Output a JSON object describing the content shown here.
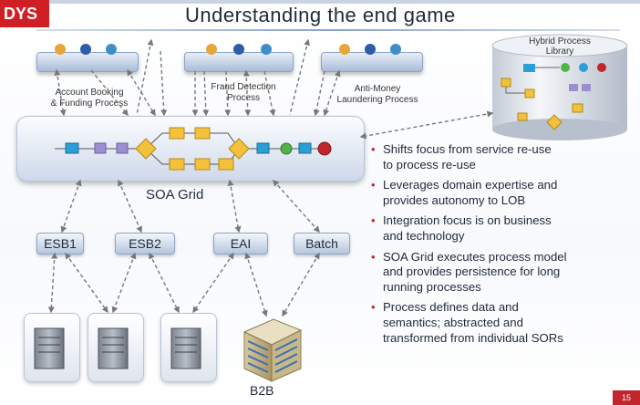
{
  "header": {
    "logo_text": "DYS",
    "title": "Understanding the end game"
  },
  "processes": [
    {
      "label_line1": "Account Booking",
      "label_line2": "& Funding Process"
    },
    {
      "label_line1": "Fraud Detection",
      "label_line2": "Process"
    },
    {
      "label_line1": "Anti-Money",
      "label_line2": "Laundering Process"
    }
  ],
  "library": {
    "label_line1": "Hybrid Process",
    "label_line2": "Library"
  },
  "grid": {
    "label": "SOA Grid"
  },
  "middleware": [
    "ESB1",
    "ESB2",
    "EAI",
    "Batch"
  ],
  "b2b_label": "B2B",
  "bullets": [
    {
      "l1": "Shifts focus from service re-use",
      "l2": "to process re-use",
      "l3": ""
    },
    {
      "l1": "Leverages domain expertise and",
      "l2": "provides autonomy to LOB",
      "l3": ""
    },
    {
      "l1": "Integration focus is on business",
      "l2": "and technology",
      "l3": ""
    },
    {
      "l1": "SOA Grid executes process model",
      "l2": "and provides persistence for long",
      "l3": "running processes"
    },
    {
      "l1": "Process defines data and",
      "l2": "semantics; abstracted and",
      "l3": "transformed from individual SORs"
    }
  ],
  "page_number": "15",
  "colors": {
    "accent_red": "#c0262b",
    "node_blue": "#2a9fd6",
    "node_purple": "#9b8fd0",
    "node_yellow": "#f3c13a",
    "node_green": "#53b24a"
  }
}
